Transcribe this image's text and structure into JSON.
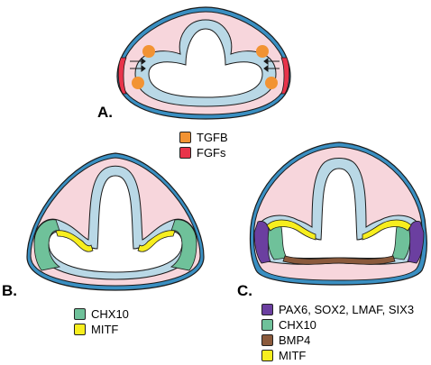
{
  "panels": [
    {
      "label": "A.",
      "legend": [
        {
          "label": "TGFB",
          "color": "#f29333"
        },
        {
          "label": "FGFs",
          "color": "#e8334a"
        }
      ]
    },
    {
      "label": "B.",
      "legend": [
        {
          "label": "CHX10",
          "color": "#6fc19a"
        },
        {
          "label": "MITF",
          "color": "#f7ee1e"
        }
      ]
    },
    {
      "label": "C.",
      "legend": [
        {
          "label": "PAX6, SOX2, LMAF, SIX3",
          "color": "#6b3fa0"
        },
        {
          "label": "CHX10",
          "color": "#6fc19a"
        },
        {
          "label": "BMP4",
          "color": "#8b5a3c"
        },
        {
          "label": "MITF",
          "color": "#f7ee1e"
        }
      ]
    }
  ],
  "colors": {
    "mesenchyme": "#f7d6dc",
    "neuroepithelium": "#b9d8e6",
    "ectoderm": "#3a8fc2",
    "outline": "#1a1a1a"
  }
}
